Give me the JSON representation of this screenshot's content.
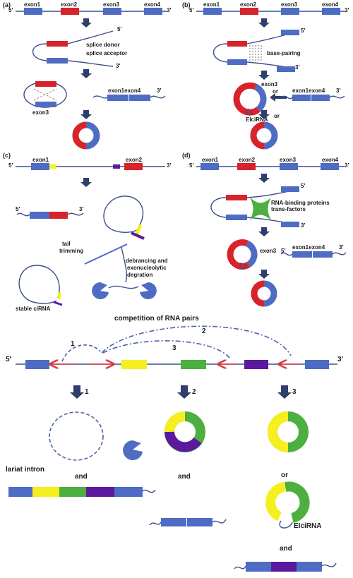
{
  "colors": {
    "exon_blue": "#4e6cc3",
    "exon_red": "#d8232a",
    "yellow": "#f5ef1f",
    "green": "#4caf3f",
    "purple": "#5b1a9e",
    "arrow_red": "#e0383c",
    "arrow_dark": "#2e3f6e",
    "line": "#3d4f8c"
  },
  "panels": {
    "a": {
      "tag": "(a)",
      "five": "5′",
      "three": "3′",
      "exon1": "exon1",
      "exon2": "exon2",
      "exon3": "exon3",
      "exon4": "exon4",
      "splice_donor": "splice donor",
      "splice_acceptor": "splice acceptor",
      "lariat_exon": "exon3",
      "linear_product": "exon1exon4"
    },
    "b": {
      "tag": "(b)",
      "five": "5′",
      "three": "3′",
      "exon1": "exon1",
      "exon2": "exon2",
      "exon3": "exon3",
      "exon4": "exon4",
      "base_pairing": "base-pairing",
      "circ_exon": "exon3",
      "or1": "or",
      "or2": "or",
      "eicirna": "EIciRNA",
      "linear_product": "exon1exon4"
    },
    "c": {
      "tag": "(c)",
      "five": "5′",
      "three": "3′",
      "exon1": "exon1",
      "exon2": "exon2",
      "tail_trimming_1": "tail",
      "tail_trimming_2": "trimming",
      "debranch_1": "debrancing and",
      "debranch_2": "exonucleolytic",
      "debranch_3": "degration",
      "stable": "stable ciRNA"
    },
    "d": {
      "tag": "(d)",
      "five": "5′",
      "three": "3′",
      "exon1": "exon1",
      "exon2": "exon2",
      "exon3": "exon3",
      "exon4": "exon4",
      "rbp_1": "RNA-binding proteins",
      "rbp_2": "trans-factors",
      "circ_exon": "exon3",
      "linear_product": "exon1exon4"
    },
    "e": {
      "title": "competition of RNA pairs",
      "five": "5′",
      "three": "3′",
      "pair1": "1",
      "pair2": "2",
      "pair3": "3",
      "step1": "1",
      "step2": "2",
      "step3": "3",
      "lariat": "lariat intron",
      "and1": "and",
      "and2": "and",
      "or": "or",
      "eicirna": "EIciRNA",
      "and3": "and"
    }
  }
}
